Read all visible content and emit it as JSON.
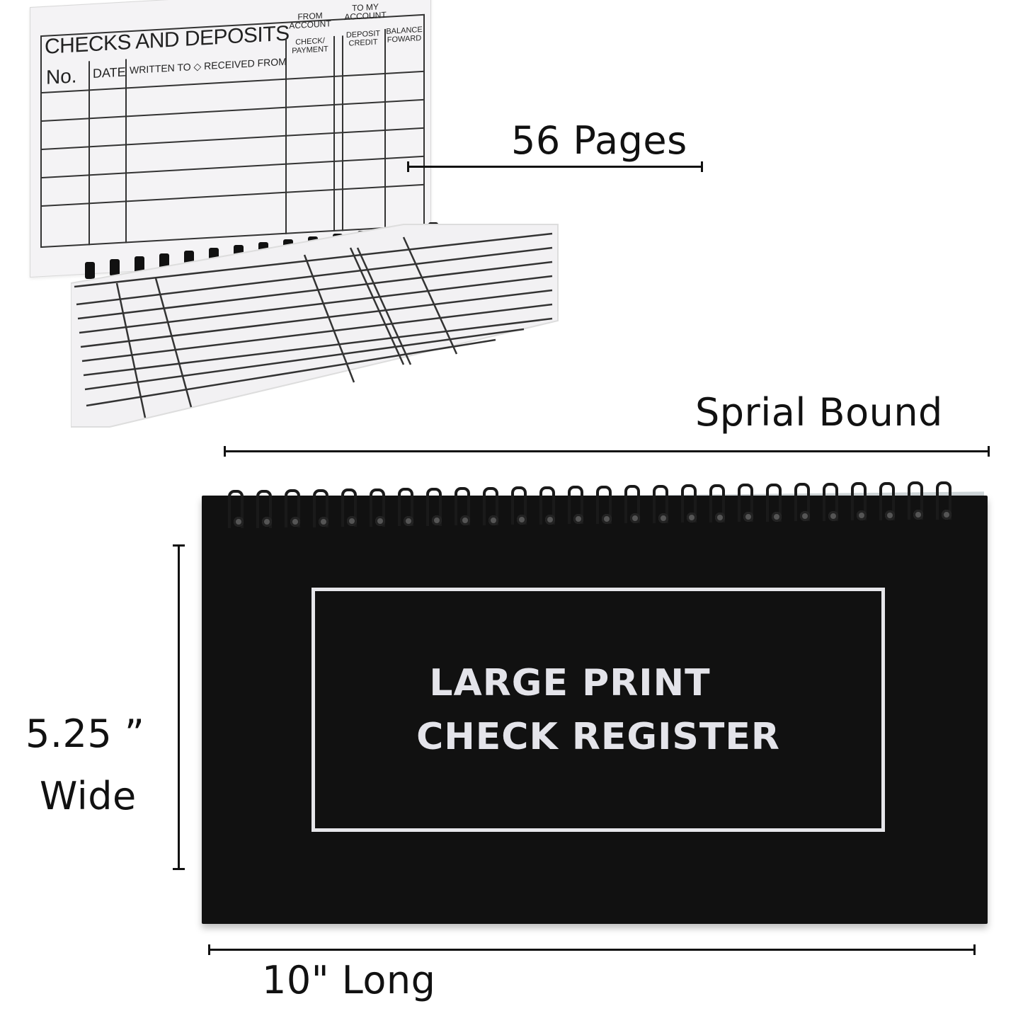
{
  "register_page": {
    "title": "CHECKS AND DEPOSITS",
    "from_account": "FROM ACCOUNT",
    "to_my_account": "TO MY ACCOUNT",
    "columns": [
      "No.",
      "DATE",
      "WRITTEN TO ◇ RECEIVED FROM",
      "CHECK/ PAYMENT",
      "DEPOSIT CREDIT",
      "BALANCE FOWARD"
    ]
  },
  "callouts": {
    "pages": "56 Pages",
    "binding": "Sprial Bound",
    "width_value": "5.25 ”",
    "width_label": "Wide",
    "length": "10\" Long"
  },
  "cover": {
    "line1": "LARGE PRINT",
    "line2": "CHECK REGISTER"
  },
  "colors": {
    "cover": "#111111",
    "cover_text": "#e4e4ea",
    "page": "#f4f3f5",
    "ink": "#111111"
  }
}
